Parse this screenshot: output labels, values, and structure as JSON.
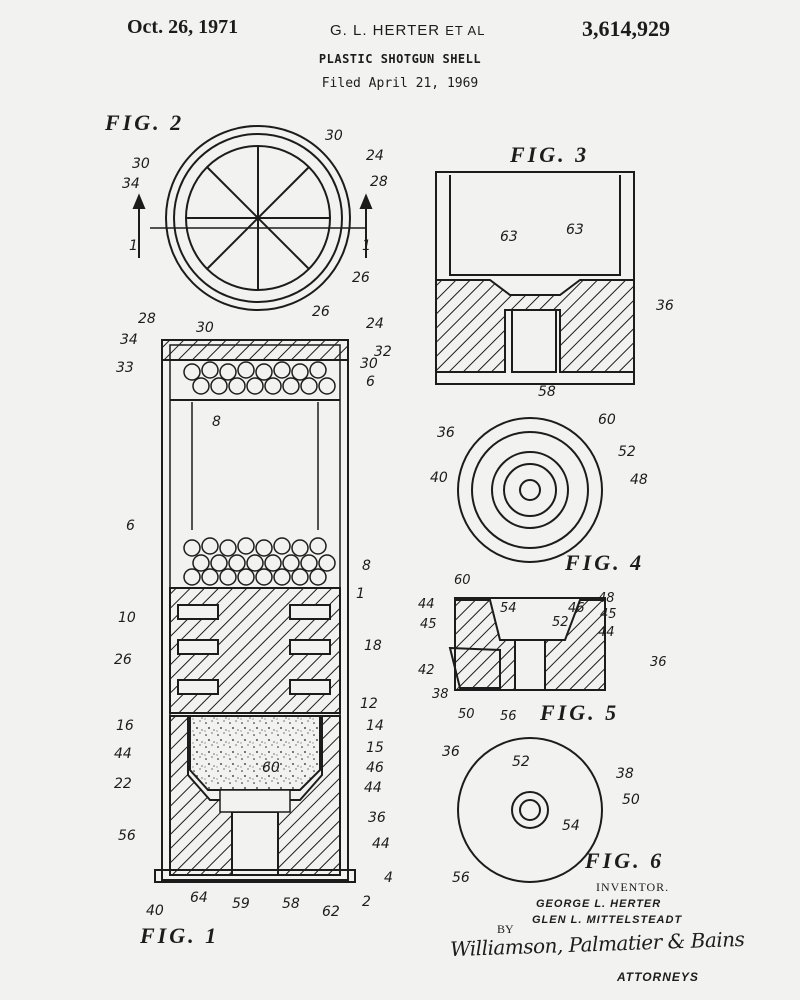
{
  "header": {
    "date": "Oct. 26, 1971",
    "inventors": "G. L. HERTER",
    "et_al": "ET AL",
    "patent_number": "3,614,929",
    "title": "PLASTIC SHOTGUN SHELL",
    "filed": "Filed April 21, 1969"
  },
  "figures": {
    "fig1": "FIG. 1",
    "fig2": "FIG. 2",
    "fig3": "FIG. 3",
    "fig4": "FIG. 4",
    "fig5": "FIG. 5",
    "fig6": "FIG. 6"
  },
  "refs": {
    "fig2": [
      "30",
      "30",
      "24",
      "28",
      "34",
      "26",
      "1",
      "1"
    ],
    "fig1_left": [
      "28",
      "34",
      "33",
      "8",
      "6",
      "10",
      "26",
      "16",
      "44",
      "22",
      "56",
      "40"
    ],
    "fig1_top": [
      "30",
      "26",
      "24"
    ],
    "fig1_right": [
      "32",
      "30",
      "6",
      "8",
      "1",
      "18",
      "12",
      "14",
      "15",
      "46",
      "44",
      "36",
      "44",
      "4",
      "2"
    ],
    "fig1_inner": [
      "60"
    ],
    "fig1_bottom": [
      "64",
      "59",
      "58",
      "62"
    ],
    "fig3": [
      "63",
      "63",
      "36",
      "58"
    ],
    "fig4": [
      "36",
      "60",
      "52",
      "40",
      "48"
    ],
    "fig5": [
      "60",
      "48",
      "44",
      "54",
      "46",
      "45",
      "45",
      "52",
      "44",
      "42",
      "36",
      "38",
      "50",
      "56"
    ],
    "fig6": [
      "36",
      "52",
      "38",
      "50",
      "54",
      "56"
    ]
  },
  "footer": {
    "inventor_heading": "INVENTOR.",
    "inventor_1": "GEORGE L. HERTER",
    "inventor_2": "GLEN L. MITTELSTEADT",
    "by": "BY",
    "signature": "Williamson, Palmatier & Bains",
    "attorneys": "ATTORNEYS"
  }
}
